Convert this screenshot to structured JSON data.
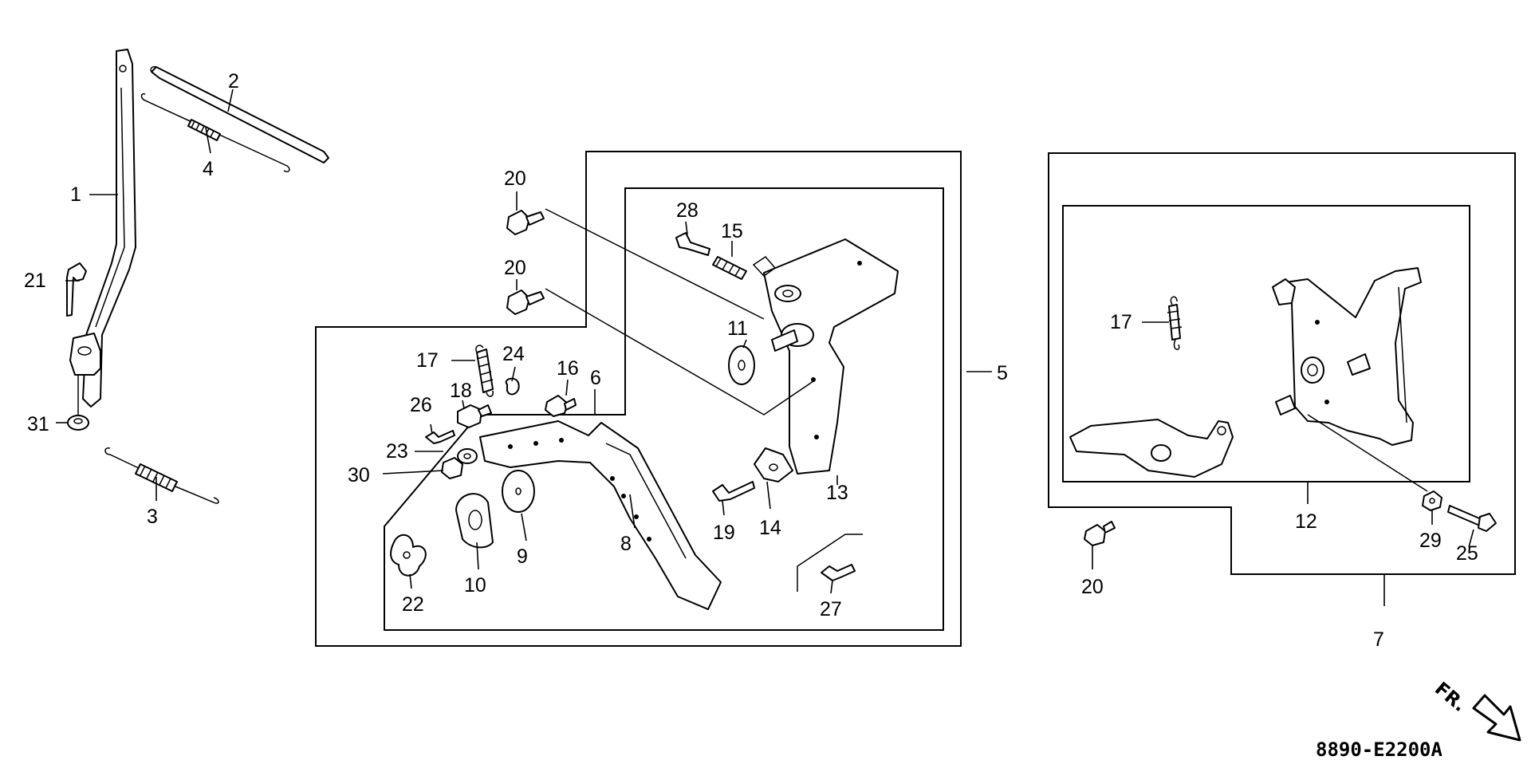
{
  "diagram": {
    "drawing_code": "8890-E2200A",
    "direction_label": "FR.",
    "callouts": [
      "1",
      "2",
      "3",
      "4",
      "5",
      "6",
      "7",
      "8",
      "9",
      "10",
      "11",
      "12",
      "13",
      "14",
      "15",
      "16",
      "17",
      "17",
      "18",
      "19",
      "20",
      "20",
      "20",
      "21",
      "22",
      "23",
      "24",
      "25",
      "26",
      "27",
      "28",
      "29",
      "30",
      "31"
    ]
  }
}
